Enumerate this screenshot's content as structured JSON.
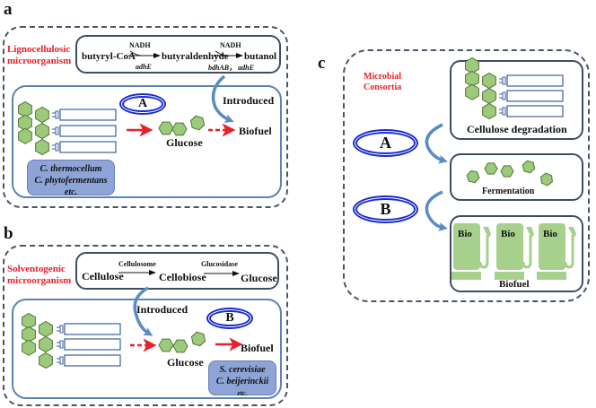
{
  "panels": {
    "a": {
      "letter": "a",
      "organism_label": [
        "Lignocellulosic",
        "microorganism"
      ],
      "pathway": {
        "substrate": "butyryl-CoA",
        "intermediate": "butyraldenhyde",
        "product": "butanol",
        "cofactor1": "NADH",
        "cofactor2": "NADH",
        "enzyme1": "adhE",
        "enzyme2": "bdhAB， adhE"
      },
      "introduced_label": "Introduced",
      "marker": "A",
      "cellulosome_labels": [
        "cellulosome",
        "cellulosome",
        "cellulosome"
      ],
      "glucose_label": "Glucose",
      "biofuel_label": "Biofuel",
      "organisms": [
        "C. thermocellum",
        "C. phytofermentans",
        "etc."
      ]
    },
    "b": {
      "letter": "b",
      "organism_label": [
        "Solventogenic",
        "microorganism"
      ],
      "pathway": {
        "substrate": "Cellulose",
        "intermediate": "Cellobiose",
        "product": "Glucose",
        "enzyme1": "Cellulosome",
        "enzyme2": "Glucosidase"
      },
      "introduced_label": "Introduced",
      "marker": "B",
      "cellulosome_labels": [
        "cellulosome",
        "cellulosome",
        "cellulosome"
      ],
      "glucose_label": "Glucose",
      "biofuel_label": "Biofuel",
      "organisms": [
        "S. cerevisiae",
        "C. beijerinckii",
        "etc."
      ]
    },
    "c": {
      "letter": "c",
      "organism_label": [
        "Microbial",
        "Consortia"
      ],
      "marker_a": "A",
      "marker_b": "B",
      "cellulosome_labels": [
        "cellulosome",
        "cellulosome",
        "cellulosome"
      ],
      "step1_label": "Cellulose degradation",
      "step2_label": "Fermentation",
      "step3_label": "Biofuel",
      "pump_labels": [
        "Bio",
        "Bio",
        "Bio"
      ]
    }
  },
  "colors": {
    "hexagon_fill": "#9cc97a",
    "hexagon_stroke": "#4e7a35",
    "red_arrow": "#e8202a",
    "blue_arrow": "#5b8cc4",
    "marker_blue": "#1a2ccf",
    "pump_green": "#a8d08d",
    "organism_box": "#8ea3d6",
    "label_red": "#e8202a"
  }
}
